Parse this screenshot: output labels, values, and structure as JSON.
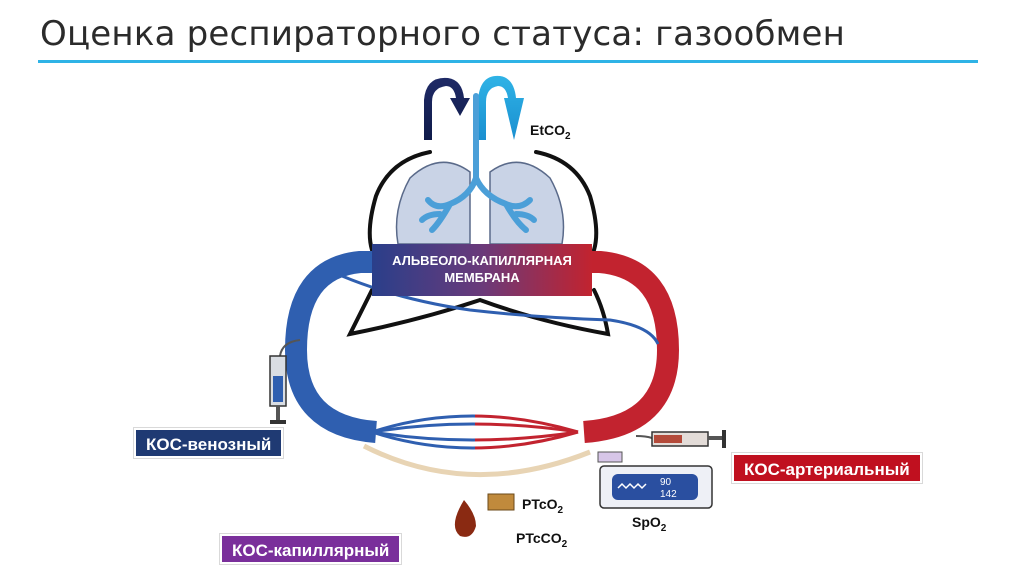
{
  "title": "Оценка респираторного статуса: газообмен",
  "labels": {
    "etco2_main": "EtCO",
    "etco2_sub": "2",
    "membrane_line1": "АЛЬВЕОЛО-КАПИЛЛЯРНАЯ",
    "membrane_line2": "МЕМБРАНА",
    "kos_venous": "КОС-венозный",
    "kos_arterial": "КОС-артериальный",
    "kos_capillary": "КОС-капиллярный",
    "ptco2_main": "PTcO",
    "ptco2_sub": "2",
    "ptcco2_main": "PTcCO",
    "ptcco2_sub": "2",
    "spo2_main": "SpO",
    "spo2_sub": "2",
    "monitor_value1": "90",
    "monitor_value2": "142"
  },
  "colors": {
    "venous": "#2f5fb0",
    "arterial": "#c2232f",
    "accent_line": "#2fb3e6",
    "venous_tag": "#1f3a73",
    "arterial_tag": "#c0101f",
    "capillary_tag": "#7a2f9b",
    "lung_fill": "#c9d3e6",
    "bronchi": "#4b9fd8"
  }
}
